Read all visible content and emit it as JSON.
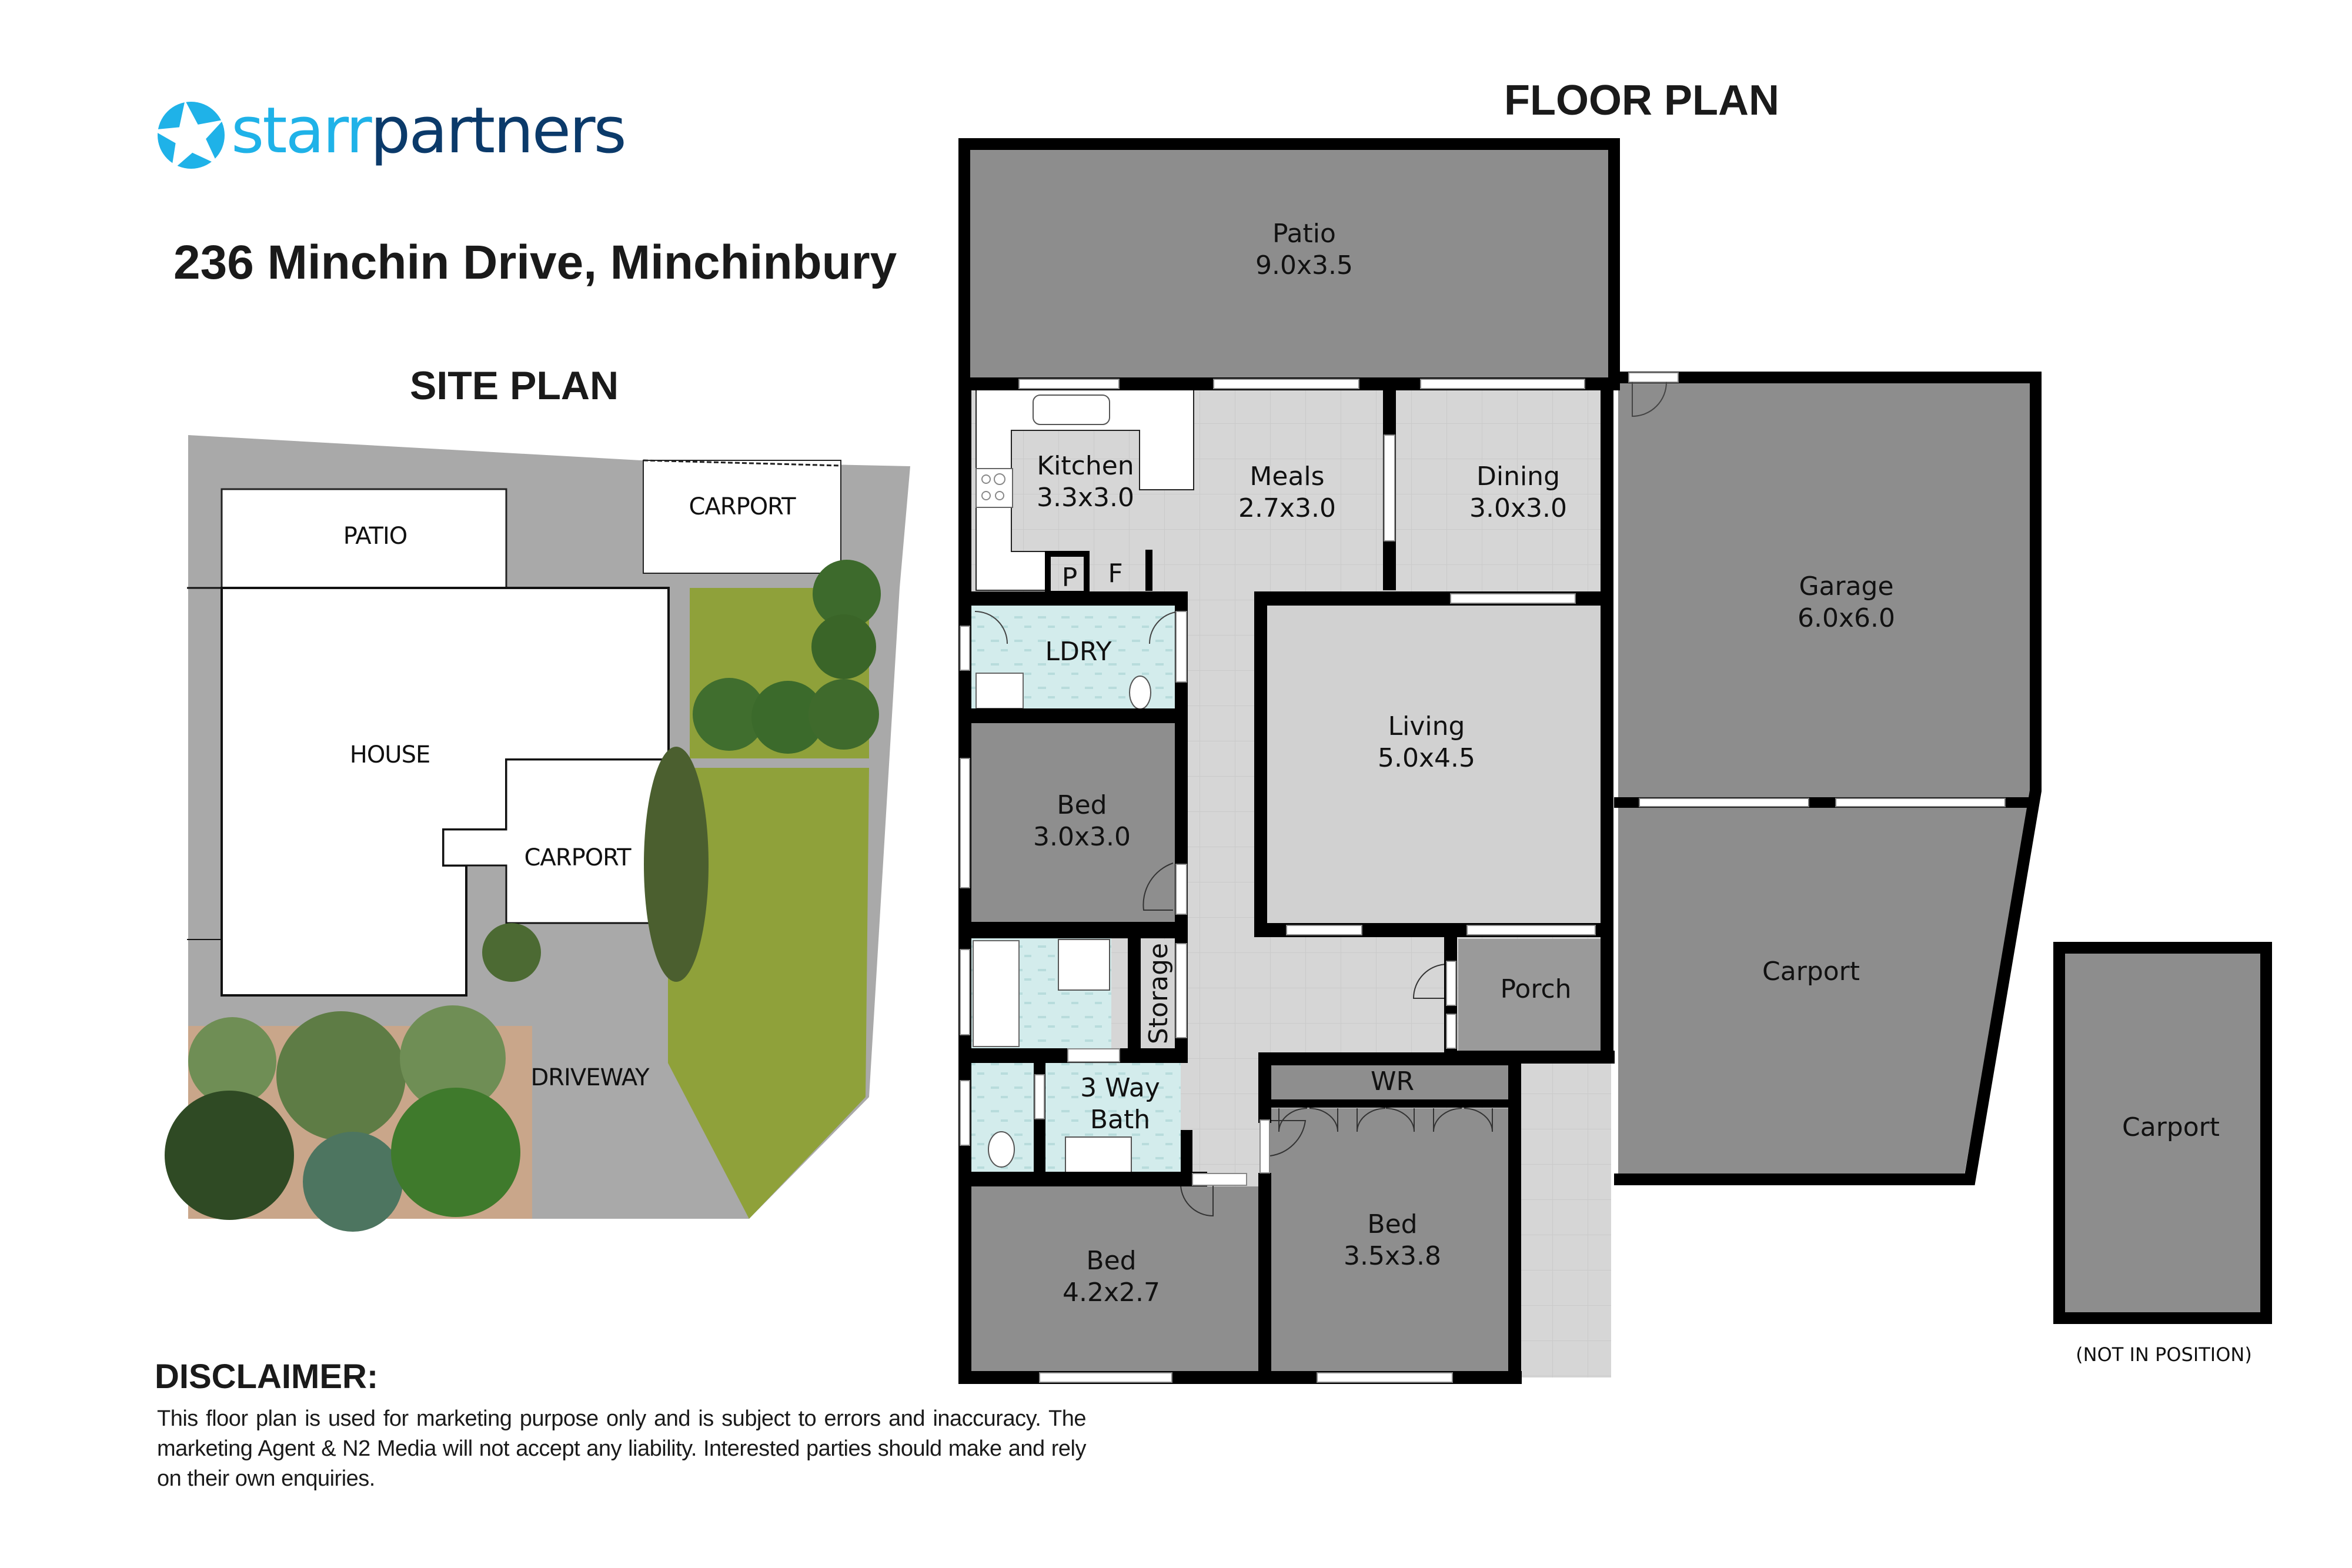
{
  "brand": {
    "name_part1": "starr",
    "name_part2": "partners",
    "logo_icon": "star-circle-icon",
    "colors": {
      "light_blue": "#1fb2e8",
      "navy": "#0b3a6a"
    }
  },
  "header": {
    "address": "236 Minchin Drive, Minchinbury",
    "site_plan_title": "SITE PLAN",
    "floor_plan_title": "FLOOR PLAN"
  },
  "site_plan": {
    "areas": [
      {
        "id": "patio",
        "label": "PATIO"
      },
      {
        "id": "carport_top",
        "label": "CARPORT"
      },
      {
        "id": "house",
        "label": "HOUSE"
      },
      {
        "id": "carport_side",
        "label": "CARPORT"
      },
      {
        "id": "driveway",
        "label": "DRIVEWAY"
      }
    ],
    "colors": {
      "paving": "#a9a9a9",
      "lawn": "#8fa13a",
      "mulch": "#c9a68a",
      "tree_dark": "#2f4a24",
      "tree_mid": "#4f7a3a",
      "tree_light": "#6f8e55"
    }
  },
  "floor_plan": {
    "rooms": [
      {
        "id": "patio",
        "name": "Patio",
        "size": "9.0x3.5"
      },
      {
        "id": "kitchen",
        "name": "Kitchen",
        "size": "3.3x3.0"
      },
      {
        "id": "meals",
        "name": "Meals",
        "size": "2.7x3.0"
      },
      {
        "id": "dining",
        "name": "Dining",
        "size": "3.0x3.0"
      },
      {
        "id": "garage",
        "name": "Garage",
        "size": "6.0x6.0"
      },
      {
        "id": "pantry",
        "name": "P"
      },
      {
        "id": "fridge",
        "name": "F"
      },
      {
        "id": "laundry",
        "name": "LDRY"
      },
      {
        "id": "living",
        "name": "Living",
        "size": "5.0x4.5"
      },
      {
        "id": "bed1",
        "name": "Bed",
        "size": "3.0x3.0"
      },
      {
        "id": "storage",
        "name": "Storage"
      },
      {
        "id": "porch",
        "name": "Porch"
      },
      {
        "id": "carport",
        "name": "Carport"
      },
      {
        "id": "bath",
        "name": "3 Way",
        "name2": "Bath"
      },
      {
        "id": "wr",
        "name": "WR"
      },
      {
        "id": "bed2",
        "name": "Bed",
        "size": "4.2x2.7"
      },
      {
        "id": "bed3",
        "name": "Bed",
        "size": "3.5x3.8"
      },
      {
        "id": "carport_detached",
        "name": "Carport"
      }
    ],
    "detached_note": "(NOT IN POSITION)",
    "colors": {
      "wall": "#000000",
      "outdoor": "#8d8d8d",
      "hall_floor": "#d4d4d4",
      "bedroom": "#8e8e8e",
      "wet_area": "#cfeaea",
      "bench": "#ffffff"
    }
  },
  "disclaimer": {
    "title": "DISCLAIMER:",
    "body": "This floor plan is used for marketing purpose only and is subject to errors and inaccuracy. The marketing Agent & N2 Media will not accept any liability. Interested parties should make and rely on their own enquiries."
  }
}
